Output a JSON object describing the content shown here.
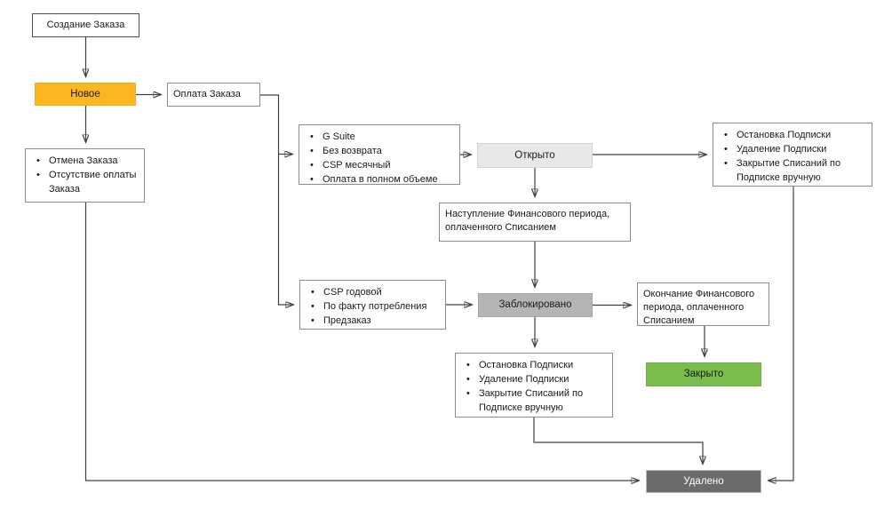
{
  "diagram": {
    "nodes": {
      "create_order": {
        "label": "Создание Заказа"
      },
      "new_state": {
        "label": "Новое",
        "color": "#FBB621"
      },
      "pay_order": {
        "label": "Оплата Заказа"
      },
      "cancel_list": {
        "items": [
          "Отмена Заказа",
          "Отсутствие оплаты Заказа"
        ]
      },
      "gsuite_list": {
        "items": [
          "G Suite",
          "Без возврата",
          "CSP месячный",
          "Оплата в полном объеме"
        ]
      },
      "open_state": {
        "label": "Открыто",
        "color": "#E8E8E8"
      },
      "stop_list_top": {
        "items": [
          "Остановка Подписки",
          "Удаление Подписки",
          "Закрытие Списаний по Подписке вручную"
        ]
      },
      "fin_period_start": {
        "label": "Наступление Финансового периода, оплаченного Списанием"
      },
      "csp_list": {
        "items": [
          "CSP годовой",
          "По факту потребления",
          "Предзаказ"
        ]
      },
      "blocked_state": {
        "label": "Заблокировано",
        "color": "#B5B5B5"
      },
      "fin_period_end": {
        "label": "Окончание Финансового периода, оплаченного Списанием"
      },
      "stop_list_bottom": {
        "items": [
          "Остановка Подписки",
          "Удаление Подписки",
          "Закрытие Списаний по Подписке вручную"
        ]
      },
      "closed_state": {
        "label": "Закрыто",
        "color": "#7CBC4C"
      },
      "deleted_state": {
        "label": "Удалено",
        "color": "#6B6B6B"
      }
    },
    "line_color": "#404040"
  }
}
